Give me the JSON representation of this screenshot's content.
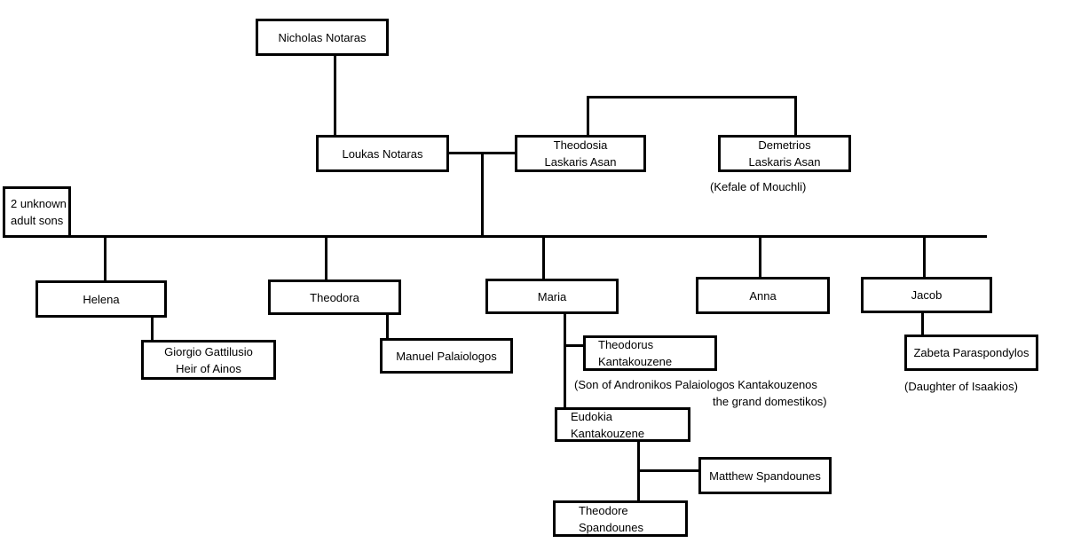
{
  "diagram": {
    "type": "family-tree",
    "colors": {
      "line": "#000000",
      "text": "#000000",
      "background": "#ffffff"
    }
  },
  "nodes": {
    "nicholas": {
      "line1": "Nicholas Notaras"
    },
    "loukas": {
      "line1": "Loukas Notaras"
    },
    "theodosia": {
      "line1": "Theodosia",
      "line2": "Laskaris Asan"
    },
    "demetrios": {
      "line1": "Demetrios",
      "line2": "Laskaris Asan"
    },
    "unknown": {
      "line1": "2 unknown",
      "line2": "adult sons"
    },
    "helena": {
      "line1": "Helena"
    },
    "theodora": {
      "line1": "Theodora"
    },
    "maria": {
      "line1": "Maria"
    },
    "anna": {
      "line1": "Anna"
    },
    "jacob": {
      "line1": "Jacob"
    },
    "giorgio": {
      "line1": "Giorgio Gattilusio",
      "line2": "Heir of Ainos"
    },
    "manuel": {
      "line1": "Manuel Palaiologos"
    },
    "theodorus": {
      "line1": "Theodorus",
      "line2": "Kantakouzene"
    },
    "eudokia": {
      "line1": "Eudokia",
      "line2": "Kantakouzene"
    },
    "matthew": {
      "line1": "Matthew Spandounes"
    },
    "theodore": {
      "line1": "Theodore",
      "line2": "Spandounes"
    },
    "zabeta": {
      "line1": "Zabeta Paraspondylos"
    }
  },
  "notes": {
    "kefale": "(Kefale of Mouchli)",
    "son_of_line1": "(Son of Andronikos Palaiologos Kantakouzenos",
    "son_of_line2": "the grand domestikos)",
    "daughter": "(Daughter of Isaakios)"
  }
}
